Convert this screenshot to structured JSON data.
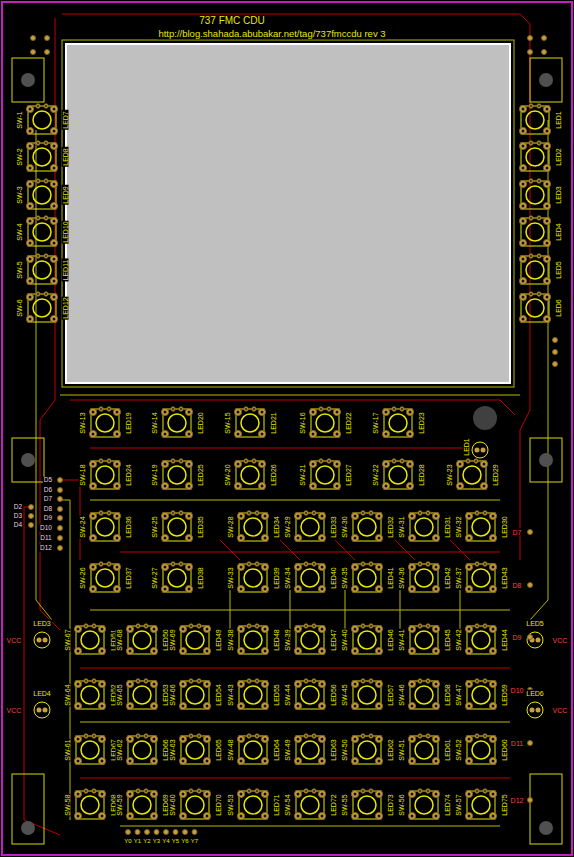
{
  "diagram": {
    "title": "737 FMC CDU",
    "labels": [
      "http://blog.shahada.abubakar.net/tag/737fmccdu rev 3",
      "SW-1",
      "LED7",
      "SW-2",
      "LED8",
      "SW-3",
      "LED9",
      "SW-4",
      "LED10",
      "SW-5",
      "LED11",
      "SW-6",
      "LED12",
      "LED1",
      "LED2",
      "LED3",
      "LED4",
      "LED5",
      "LED6",
      "SW-13",
      "LED19",
      "SW-14",
      "LED20",
      "SW-15",
      "LED21",
      "SW-16",
      "LED22",
      "SW-17",
      "LED23",
      "SW-18",
      "LED24",
      "SW-19",
      "LED25",
      "SW-20",
      "LED26",
      "SW-21",
      "LED27",
      "SW-22",
      "LED28",
      "SW-23",
      "LED29",
      "SW-24",
      "LED36",
      "SW-25",
      "LED35",
      "SW-28",
      "LED34",
      "SW-29",
      "LED33",
      "SW-30",
      "LED32",
      "SW-31",
      "LED31",
      "SW-32",
      "LED30",
      "SW-26",
      "LED37",
      "SW-27",
      "LED38",
      "SW-33",
      "LED39",
      "SW-34",
      "LED40",
      "SW-35",
      "LED41",
      "SW-36",
      "LED42",
      "SW-37",
      "LED43",
      "SW-67",
      "LED51",
      "SW-68",
      "LED50",
      "SW-69",
      "LED49",
      "SW-38",
      "LED48",
      "SW-39",
      "LED47",
      "SW-40",
      "LED46",
      "SW-41",
      "LED45",
      "SW-42",
      "LED44",
      "SW-64",
      "LED52",
      "SW-65",
      "LED53",
      "SW-66",
      "LED54",
      "SW-43",
      "LED55",
      "SW-44",
      "LED56",
      "SW-45",
      "LED57",
      "SW-46",
      "LED58",
      "SW-47",
      "LED59",
      "SW-61",
      "LED67",
      "SW-62",
      "LED66",
      "SW-63",
      "LED65",
      "SW-48",
      "LED64",
      "SW-49",
      "LED63",
      "SW-50",
      "LED62",
      "SW-51",
      "LED61",
      "SW-52",
      "LED60",
      "SW-58",
      "LED68",
      "SW-59",
      "LED69",
      "SW-60",
      "LED70",
      "SW-53",
      "LED71",
      "SW-54",
      "LED72",
      "SW-55",
      "LED73",
      "SW-56",
      "LED74",
      "SW-57",
      "LED75",
      "LED1",
      "LED3",
      "VCC",
      "LED4",
      "VCC",
      "LED5",
      "VCC",
      "LED6",
      "VCC",
      "D5",
      "D6",
      "D7",
      "D8",
      "D2",
      "D3",
      "D4",
      "D9",
      "D10",
      "D11",
      "D12",
      "D7",
      "D8",
      "D9",
      "D10",
      "D11",
      "D12",
      "Y0",
      "Y1",
      "Y2",
      "Y3",
      "Y4",
      "Y5",
      "Y6",
      "Y7"
    ]
  }
}
